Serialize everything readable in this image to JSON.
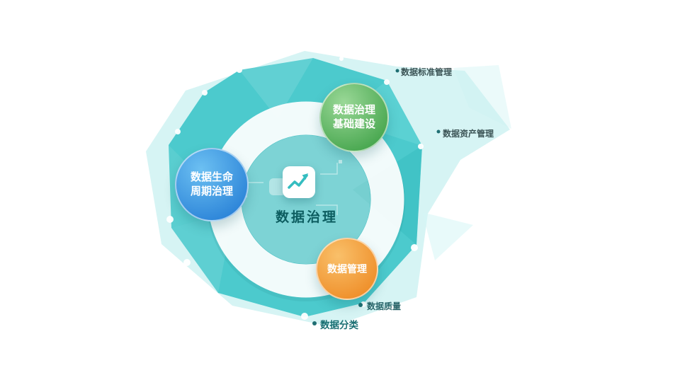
{
  "center": {
    "title": "数据治理",
    "icon": "trend-line-chart"
  },
  "nodes": {
    "green": {
      "line1": "数据治理",
      "line2": "基础建设"
    },
    "blue": {
      "line1": "数据生命",
      "line2": "周期治理"
    },
    "orange": {
      "line1": "数据管理"
    }
  },
  "peripheral": {
    "top": "数据标准管理",
    "right": "数据资产管理",
    "bottom_right": "数据质量",
    "bottom": "数据分类"
  },
  "colors": {
    "teal": "#46c8cb",
    "teal_light": "#aeeaea",
    "green": "#4fae55",
    "blue": "#2f86e0",
    "orange": "#f08a2e",
    "title_text": "#0c5d60"
  }
}
